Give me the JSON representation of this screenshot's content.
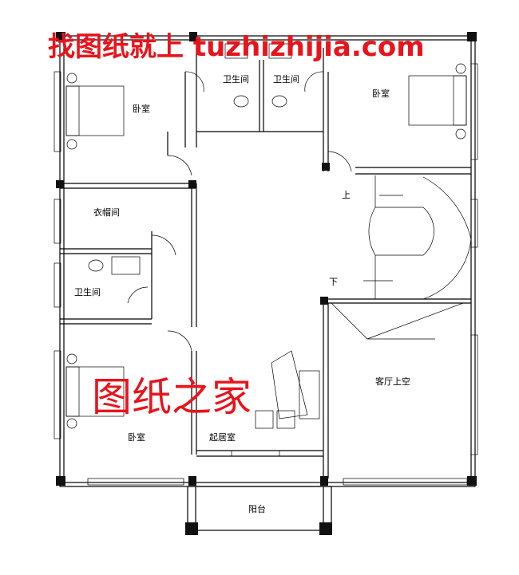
{
  "watermarks": {
    "top": "找图纸就上 tuzhizhijia.com",
    "middle": "图纸之家",
    "color": "#e8141c"
  },
  "rooms": {
    "bathroom_1": "卫生间",
    "bathroom_2": "卫生间",
    "bedroom_nw": "卧室",
    "bedroom_ne": "卧室",
    "walk_in_closet": "衣帽间",
    "bathroom_3": "卫生间",
    "bedroom_sw": "卧室",
    "living_room": "起居室",
    "void_above_hall": "客厅上空",
    "balcony": "阳台"
  },
  "stairs": {
    "up": "上",
    "down": "下"
  }
}
